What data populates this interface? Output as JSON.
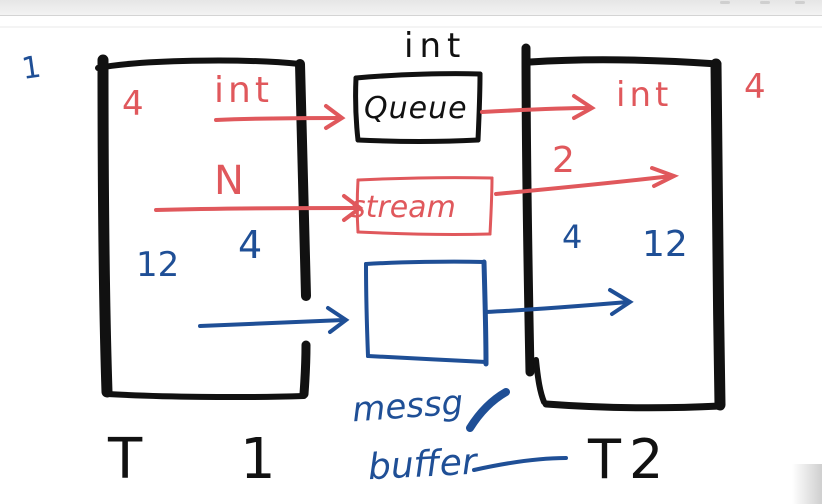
{
  "colors": {
    "black_ink": "#111111",
    "red_ink": "#e0585c",
    "blue_ink": "#1f4f96",
    "background": "#ffffff"
  },
  "labels": {
    "page_number": "1",
    "thread1_name": "T 1",
    "thread2_name": "T2",
    "queue_type": "int",
    "queue_label": "Queue",
    "stream_label": "stream",
    "message_buffer_line1": "messg",
    "message_buffer_line2": "buffer",
    "t1_queue_int": "int",
    "t1_queue_size": "4",
    "t1_stream_size": "N",
    "t2_queue_int": "int",
    "t2_queue_size": "4",
    "t2_stream_size": "2",
    "t1_buffer_a": "12",
    "t1_buffer_b": "4",
    "t2_buffer_a": "4",
    "t2_buffer_b": "12"
  }
}
